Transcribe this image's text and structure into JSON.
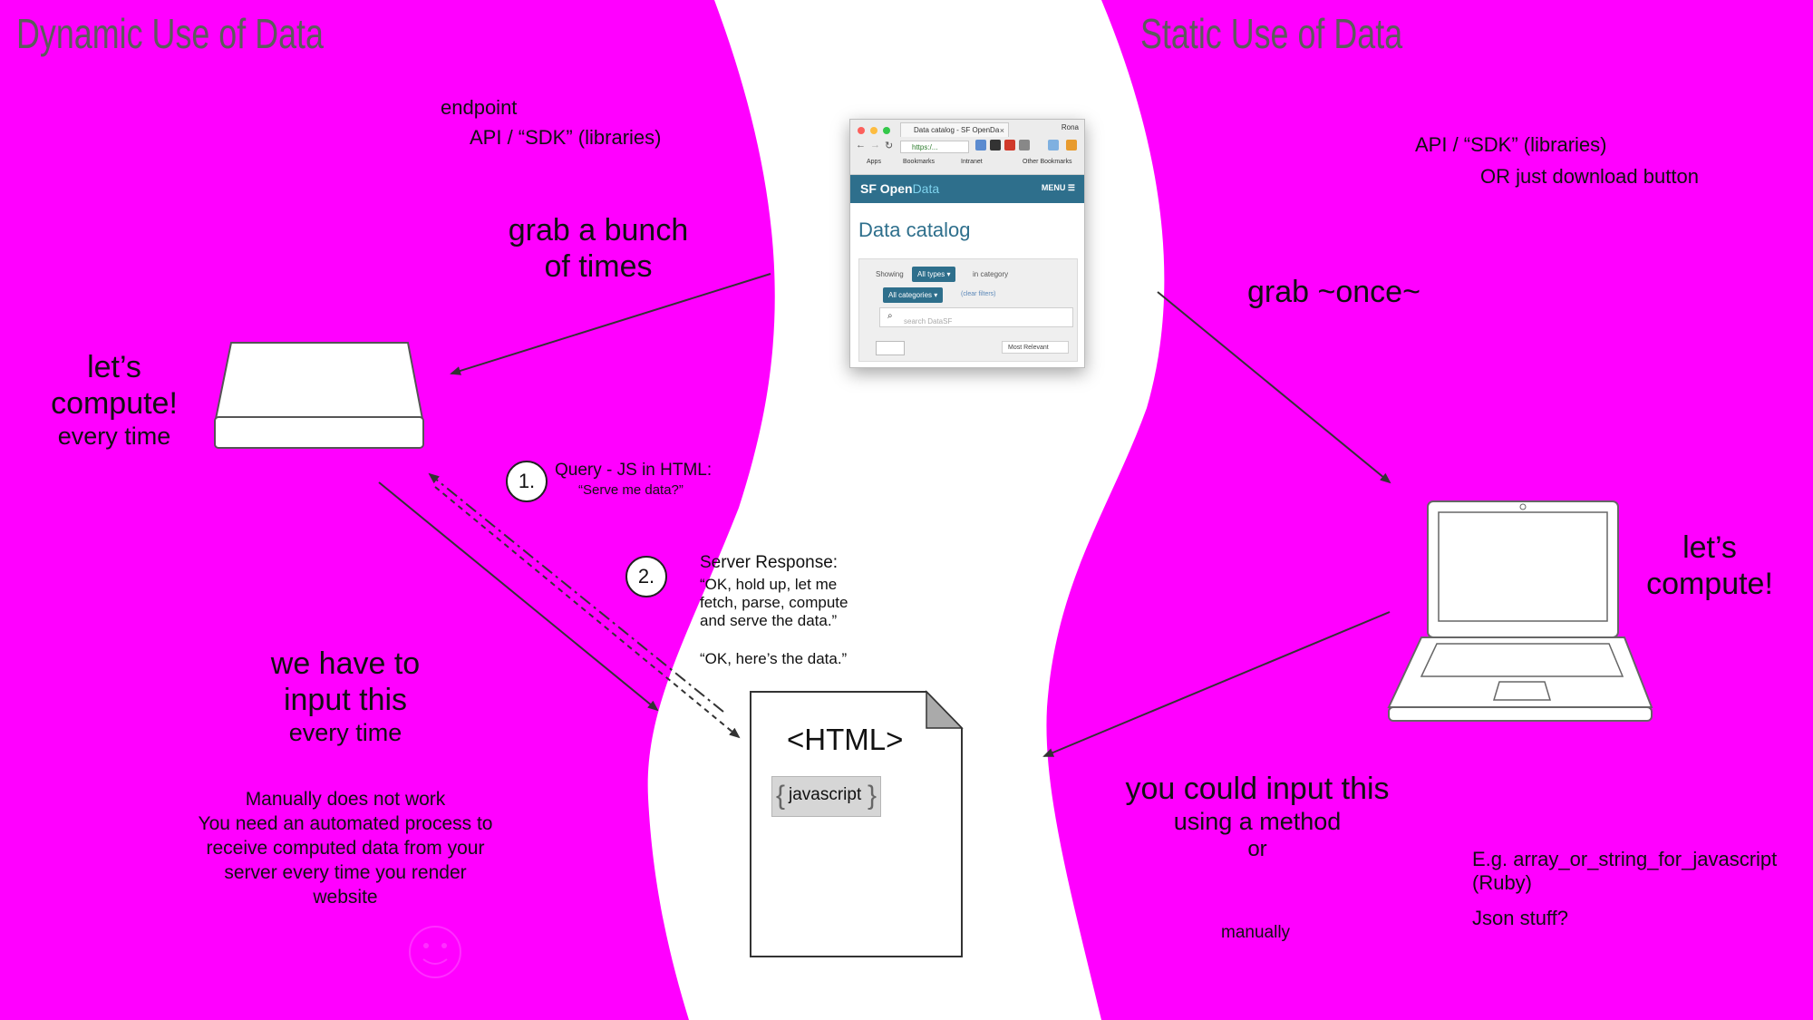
{
  "colors": {
    "magenta": "#ff00ff",
    "white": "#ffffff",
    "heading": "#5c5c5c",
    "sf_blue": "#2e6f8c"
  },
  "left": {
    "heading": "Dynamic Use of Data",
    "endpoint": "endpoint",
    "api": "API / “SDK” (libraries)",
    "grab_line1": "grab a bunch",
    "grab_line2": "of times",
    "compute_line1": "let’s",
    "compute_line2": "compute!",
    "compute_line3": "every time",
    "input_line1": "we have to",
    "input_line2": "input this",
    "input_line3": "every time",
    "manual_lines": [
      "Manually does not work",
      "You need an automated process to",
      "receive computed data from your",
      "server every time you render",
      "website"
    ],
    "server_icon": "server-box-icon",
    "smiley_icon": "smiley-face-icon"
  },
  "middle": {
    "step1_number": "1.",
    "step1_title": "Query - JS in HTML:",
    "step1_sub": "“Serve me data?”",
    "step2_number": "2.",
    "step2_title": "Server Response:",
    "step2_lines": [
      "“OK, hold up, let me",
      "fetch, parse, compute",
      "and serve the data.”"
    ],
    "step2_end": "“OK, here’s the data.”",
    "html_tag": "<HTML>",
    "js_label": "javascript",
    "doc_icon": "document-page-icon"
  },
  "browser": {
    "tab_title": "Data catalog - SF OpenDa",
    "profile": "Rona",
    "url": "https:/...",
    "bookmarks": [
      "Apps",
      "Bookmarks",
      "Intranet",
      "Other Bookmarks"
    ],
    "logo_sf": "SF Open",
    "logo_data": "Data",
    "menu": "MENU ☰",
    "title": "Data catalog",
    "showing": "Showing",
    "all_types": "All types ▾",
    "in_category": "in category",
    "all_categories": "All categories ▾",
    "clear_filters": "(clear filters)",
    "search_placeholder": "search DataSF",
    "sort": "Most Relevant"
  },
  "right": {
    "heading": "Static Use of Data",
    "api": "API / “SDK” (libraries)",
    "download": "OR just download button",
    "grab": "grab ~once~",
    "compute_line1": "let’s",
    "compute_line2": "compute!",
    "input_line1": "you could input this",
    "input_line2": "using a method",
    "input_line3": "or",
    "manually": "manually",
    "example_line1": "E.g. array_or_string_for_javascript",
    "example_line2": "(Ruby)",
    "json": "Json stuff?",
    "laptop_icon": "laptop-icon"
  }
}
